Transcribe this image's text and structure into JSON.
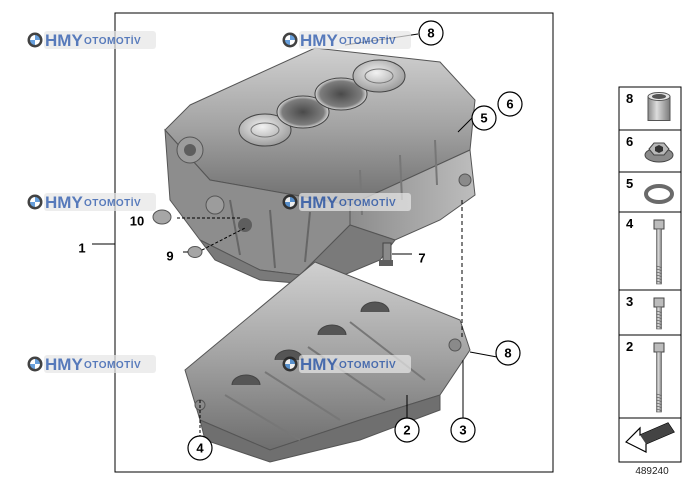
{
  "callouts": [
    {
      "id": "1",
      "label": "1",
      "circled": false
    },
    {
      "id": "2",
      "label": "2",
      "circled": true
    },
    {
      "id": "3",
      "label": "3",
      "circled": true
    },
    {
      "id": "4",
      "label": "4",
      "circled": true
    },
    {
      "id": "5",
      "label": "5",
      "circled": true
    },
    {
      "id": "6",
      "label": "6",
      "circled": true
    },
    {
      "id": "7",
      "label": "7",
      "circled": false
    },
    {
      "id": "8a",
      "label": "8",
      "circled": true
    },
    {
      "id": "8b",
      "label": "8",
      "circled": true
    },
    {
      "id": "9",
      "label": "9",
      "circled": false
    },
    {
      "id": "10",
      "label": "10",
      "circled": false
    }
  ],
  "parts_legend": [
    {
      "number": "8",
      "icon": "dowel-sleeve-icon"
    },
    {
      "number": "6",
      "icon": "screw-plug-icon"
    },
    {
      "number": "5",
      "icon": "gasket-ring-icon"
    },
    {
      "number": "4",
      "icon": "long-bolt-icon"
    },
    {
      "number": "3",
      "icon": "short-bolt-icon"
    },
    {
      "number": "2",
      "icon": "medium-bolt-icon"
    }
  ],
  "watermark": {
    "brand": "HMY",
    "suffix": "OTOMOTİV"
  },
  "reference_number": "489240",
  "colors": {
    "metal_dark": "#6f6f6f",
    "metal_mid": "#9a9a9a",
    "metal_light": "#c9c9c9",
    "watermark_blue": "#3a63b0"
  }
}
